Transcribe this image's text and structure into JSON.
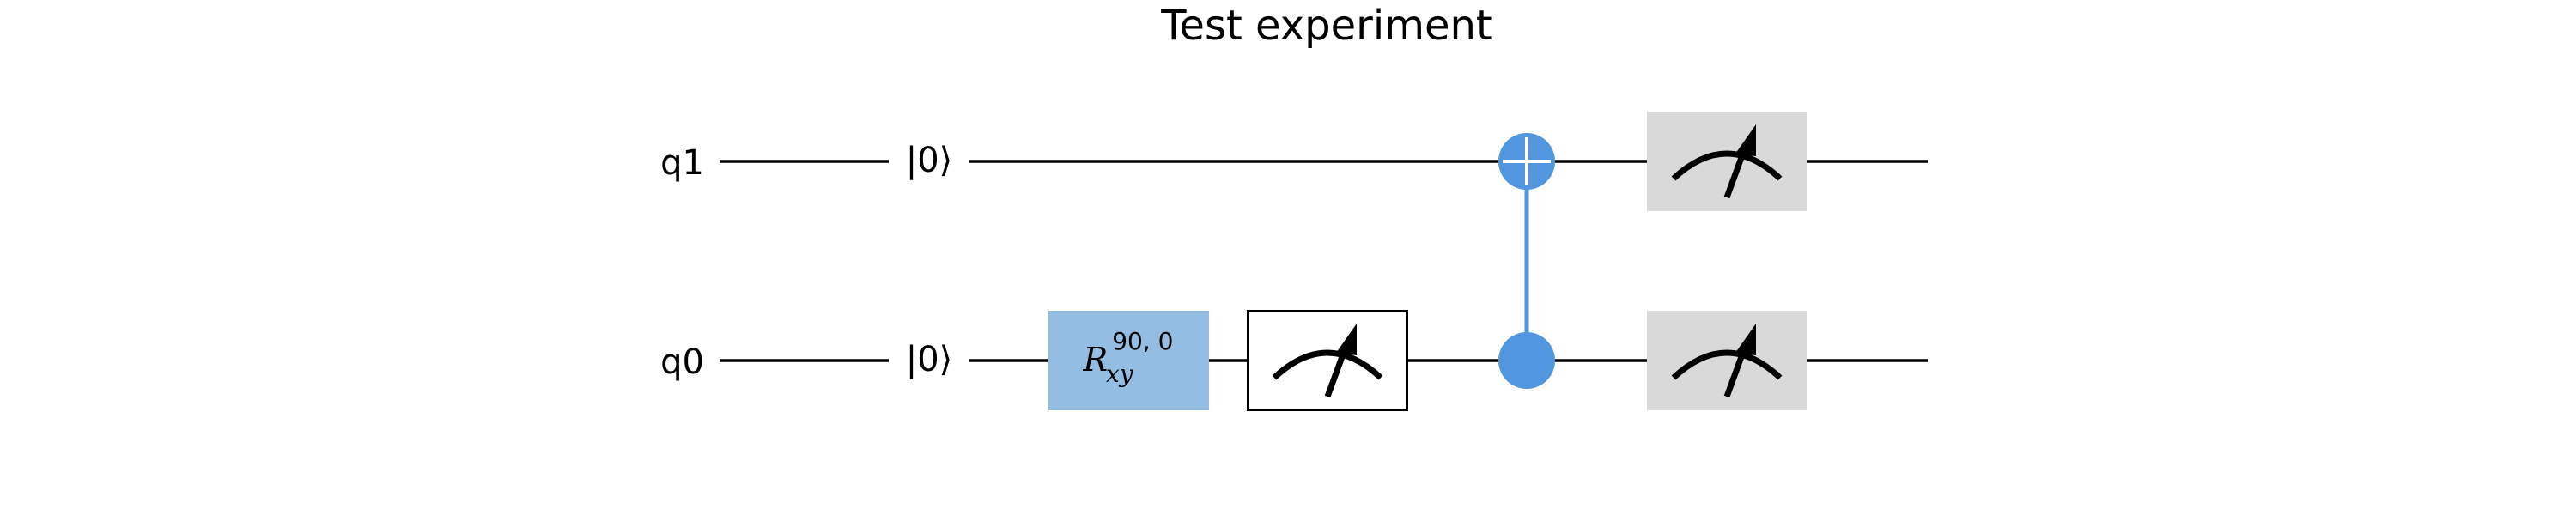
{
  "title": "Test experiment",
  "qubits": [
    {
      "id": "q1",
      "label": "q1"
    },
    {
      "id": "q0",
      "label": "q0"
    }
  ],
  "init_state": "|0⟩",
  "rotation_gate": {
    "symbol": "R",
    "superscript": "90, 0",
    "subscript": "xy",
    "qubit": "q0",
    "color": "#93bde2"
  },
  "measurements": [
    {
      "qubit": "q0",
      "style": "outlined",
      "color": "#ffffff"
    },
    {
      "qubit": "q1",
      "style": "filled",
      "color": "#d9d9d9"
    },
    {
      "qubit": "q0",
      "style": "filled",
      "color": "#d9d9d9"
    }
  ],
  "cnot": {
    "control": "q0",
    "target": "q1",
    "color": "#5196df"
  }
}
